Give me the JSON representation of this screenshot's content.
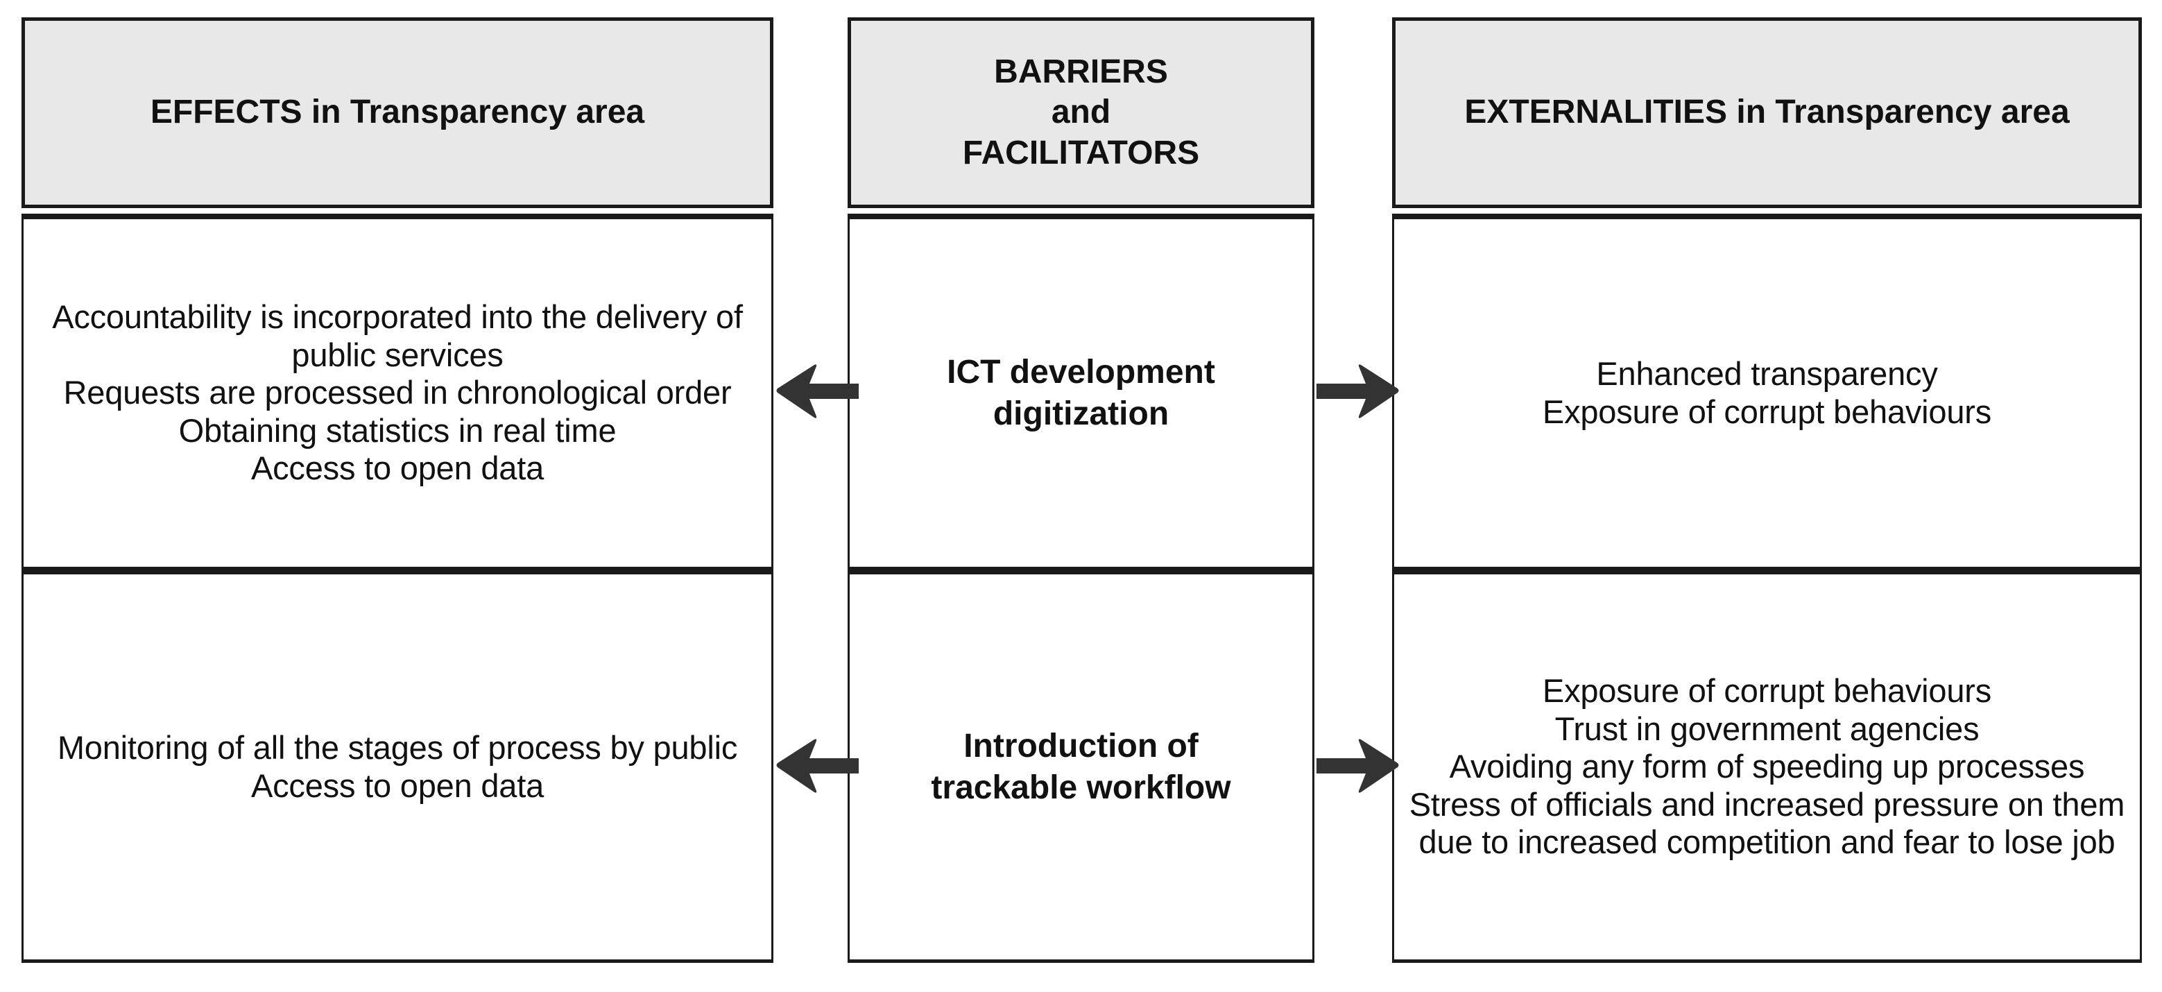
{
  "diagram": {
    "title_row": {
      "left": "EFFECTS in Transparency area",
      "middle": "BARRIERS\nand\nFACILITATORS",
      "right": "EXTERNALITIES in Transparency area"
    },
    "rows": [
      {
        "id": "row-1",
        "effects": "Accountability is incorporated into the delivery of public services\nRequests are processed in chronological order\nObtaining statistics in real time\nAccess to open data",
        "driver": "ICT development\ndigitization",
        "externalities": "Enhanced transparency\nExposure of corrupt behaviours",
        "arrow_left": "arrow-left",
        "arrow_right": "arrow-right"
      },
      {
        "id": "row-2",
        "effects": "Monitoring of all the stages of process by public\nAccess to open data",
        "driver": "Introduction of\ntrackable workflow",
        "externalities": "Exposure of corrupt behaviours\nTrust in government agencies\nAvoiding any form of speeding up processes\nStress of officials and increased pressure on them due to increased competition and fear to lose job",
        "arrow_left": "arrow-left",
        "arrow_right": "arrow-right"
      }
    ],
    "colors": {
      "header_fill": "#e8e8e8",
      "border": "#1a1a1a",
      "arrow": "#333333",
      "text": "#111111",
      "background": "#ffffff"
    }
  }
}
